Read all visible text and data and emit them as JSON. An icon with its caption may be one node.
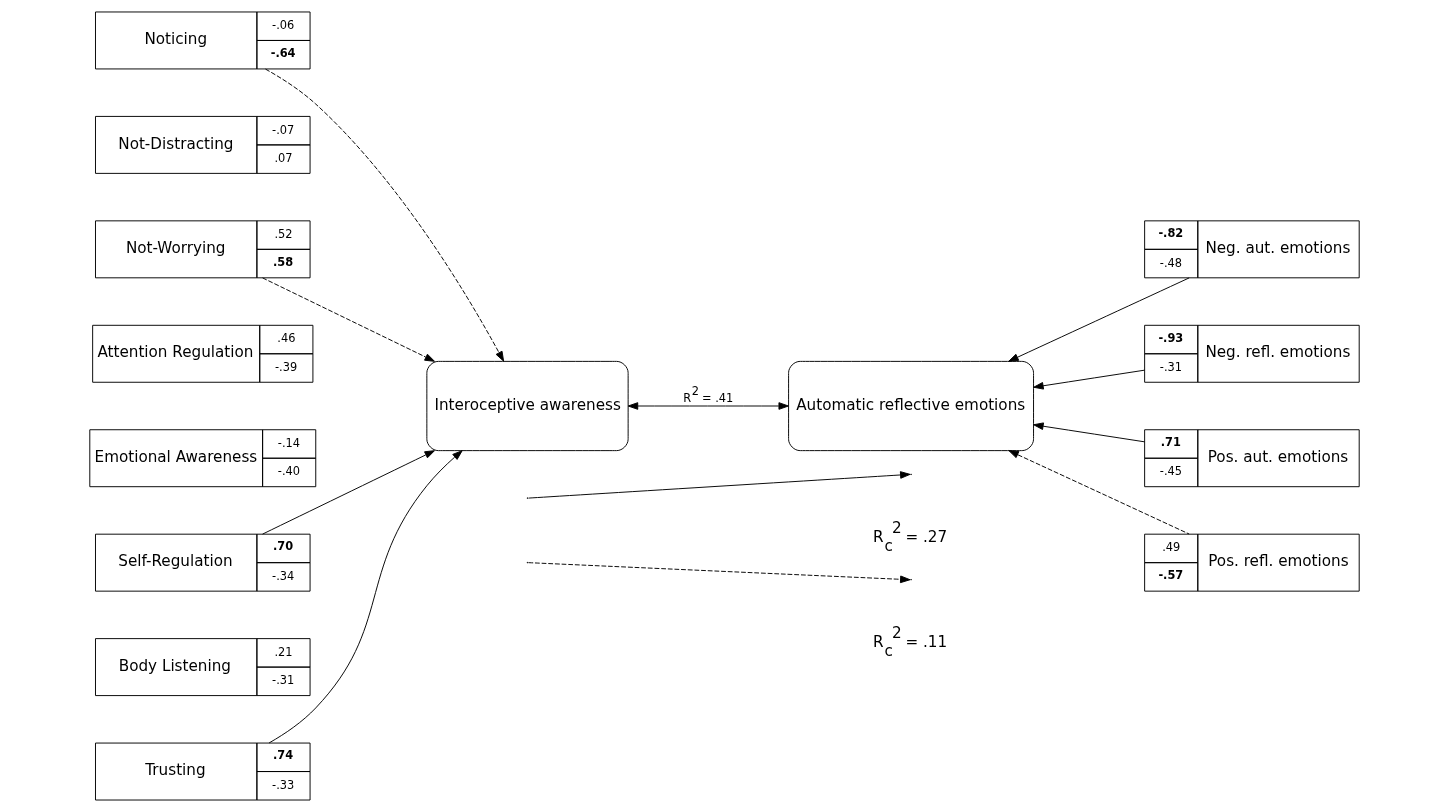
{
  "diagram": {
    "nodes": [
      {
        "text": [
          "Noticing",
          "-.06",
          "**-.64**"
        ]
      },
      {
        "text": [
          "Not-Distracting",
          "-.07",
          ".07"
        ]
      },
      {
        "text": [
          "Not-Worrying",
          ".52",
          "**.58**"
        ]
      },
      {
        "text": [
          "Attention Regulation",
          ".46",
          "-.39"
        ]
      },
      {
        "text": [
          "Emotional Awareness",
          "-.14",
          "-.40"
        ]
      },
      {
        "text": [
          "Self-Regulation",
          "**.70**",
          "-.34"
        ]
      },
      {
        "text": [
          "Body Listening",
          ".21",
          "-.31"
        ]
      },
      {
        "text": [
          "Trusting",
          "**.74**",
          "-.33"
        ]
      },
      {
        "text": [
          "Interoceptive awareness"
        ]
      },
      {
        "text": [
          "Automatic reflective emotions"
        ]
      },
      {
        "text": [
          "Neg. aut. emotions",
          "**-.82**",
          "-.48"
        ]
      },
      {
        "text": [
          "Neg. refl. emotions",
          "**-.93**",
          "-.31"
        ]
      },
      {
        "text": [
          "Pos. aut. emotions",
          "**.71**",
          "-.45"
        ]
      },
      {
        "text": [
          "Pos. refl. emotions",
          ".49",
          "**-.57**"
        ]
      }
    ],
    "edges": [
      {
        "from": 0,
        "to": 8,
        "arrow": "to",
        "style": "dashed"
      },
      {
        "from": 2,
        "to": 8,
        "arrow": "to",
        "style": "dashed"
      },
      {
        "from": 5,
        "to": 8,
        "arrow": "to"
      },
      {
        "from": 7,
        "to": 8,
        "arrow": "to"
      },
      {
        "from": 8,
        "to": 9,
        "arrow": "both",
        "label": "R$^{2}$ = .41"
      },
      {
        "from": 10,
        "to": 9,
        "arrow": "to"
      },
      {
        "from": 11,
        "to": 9,
        "arrow": "to"
      },
      {
        "from": 12,
        "to": 9,
        "arrow": "to"
      },
      {
        "from": 13,
        "to": 9,
        "arrow": "to",
        "style": "dashed"
      }
    ],
    "legend": [
      {
        "text": "R$_{c}$$^{2}$ = .27"
      },
      {
        "text": "R$_{c}$$^{2}$ = .11"
      }
    ]
  }
}
